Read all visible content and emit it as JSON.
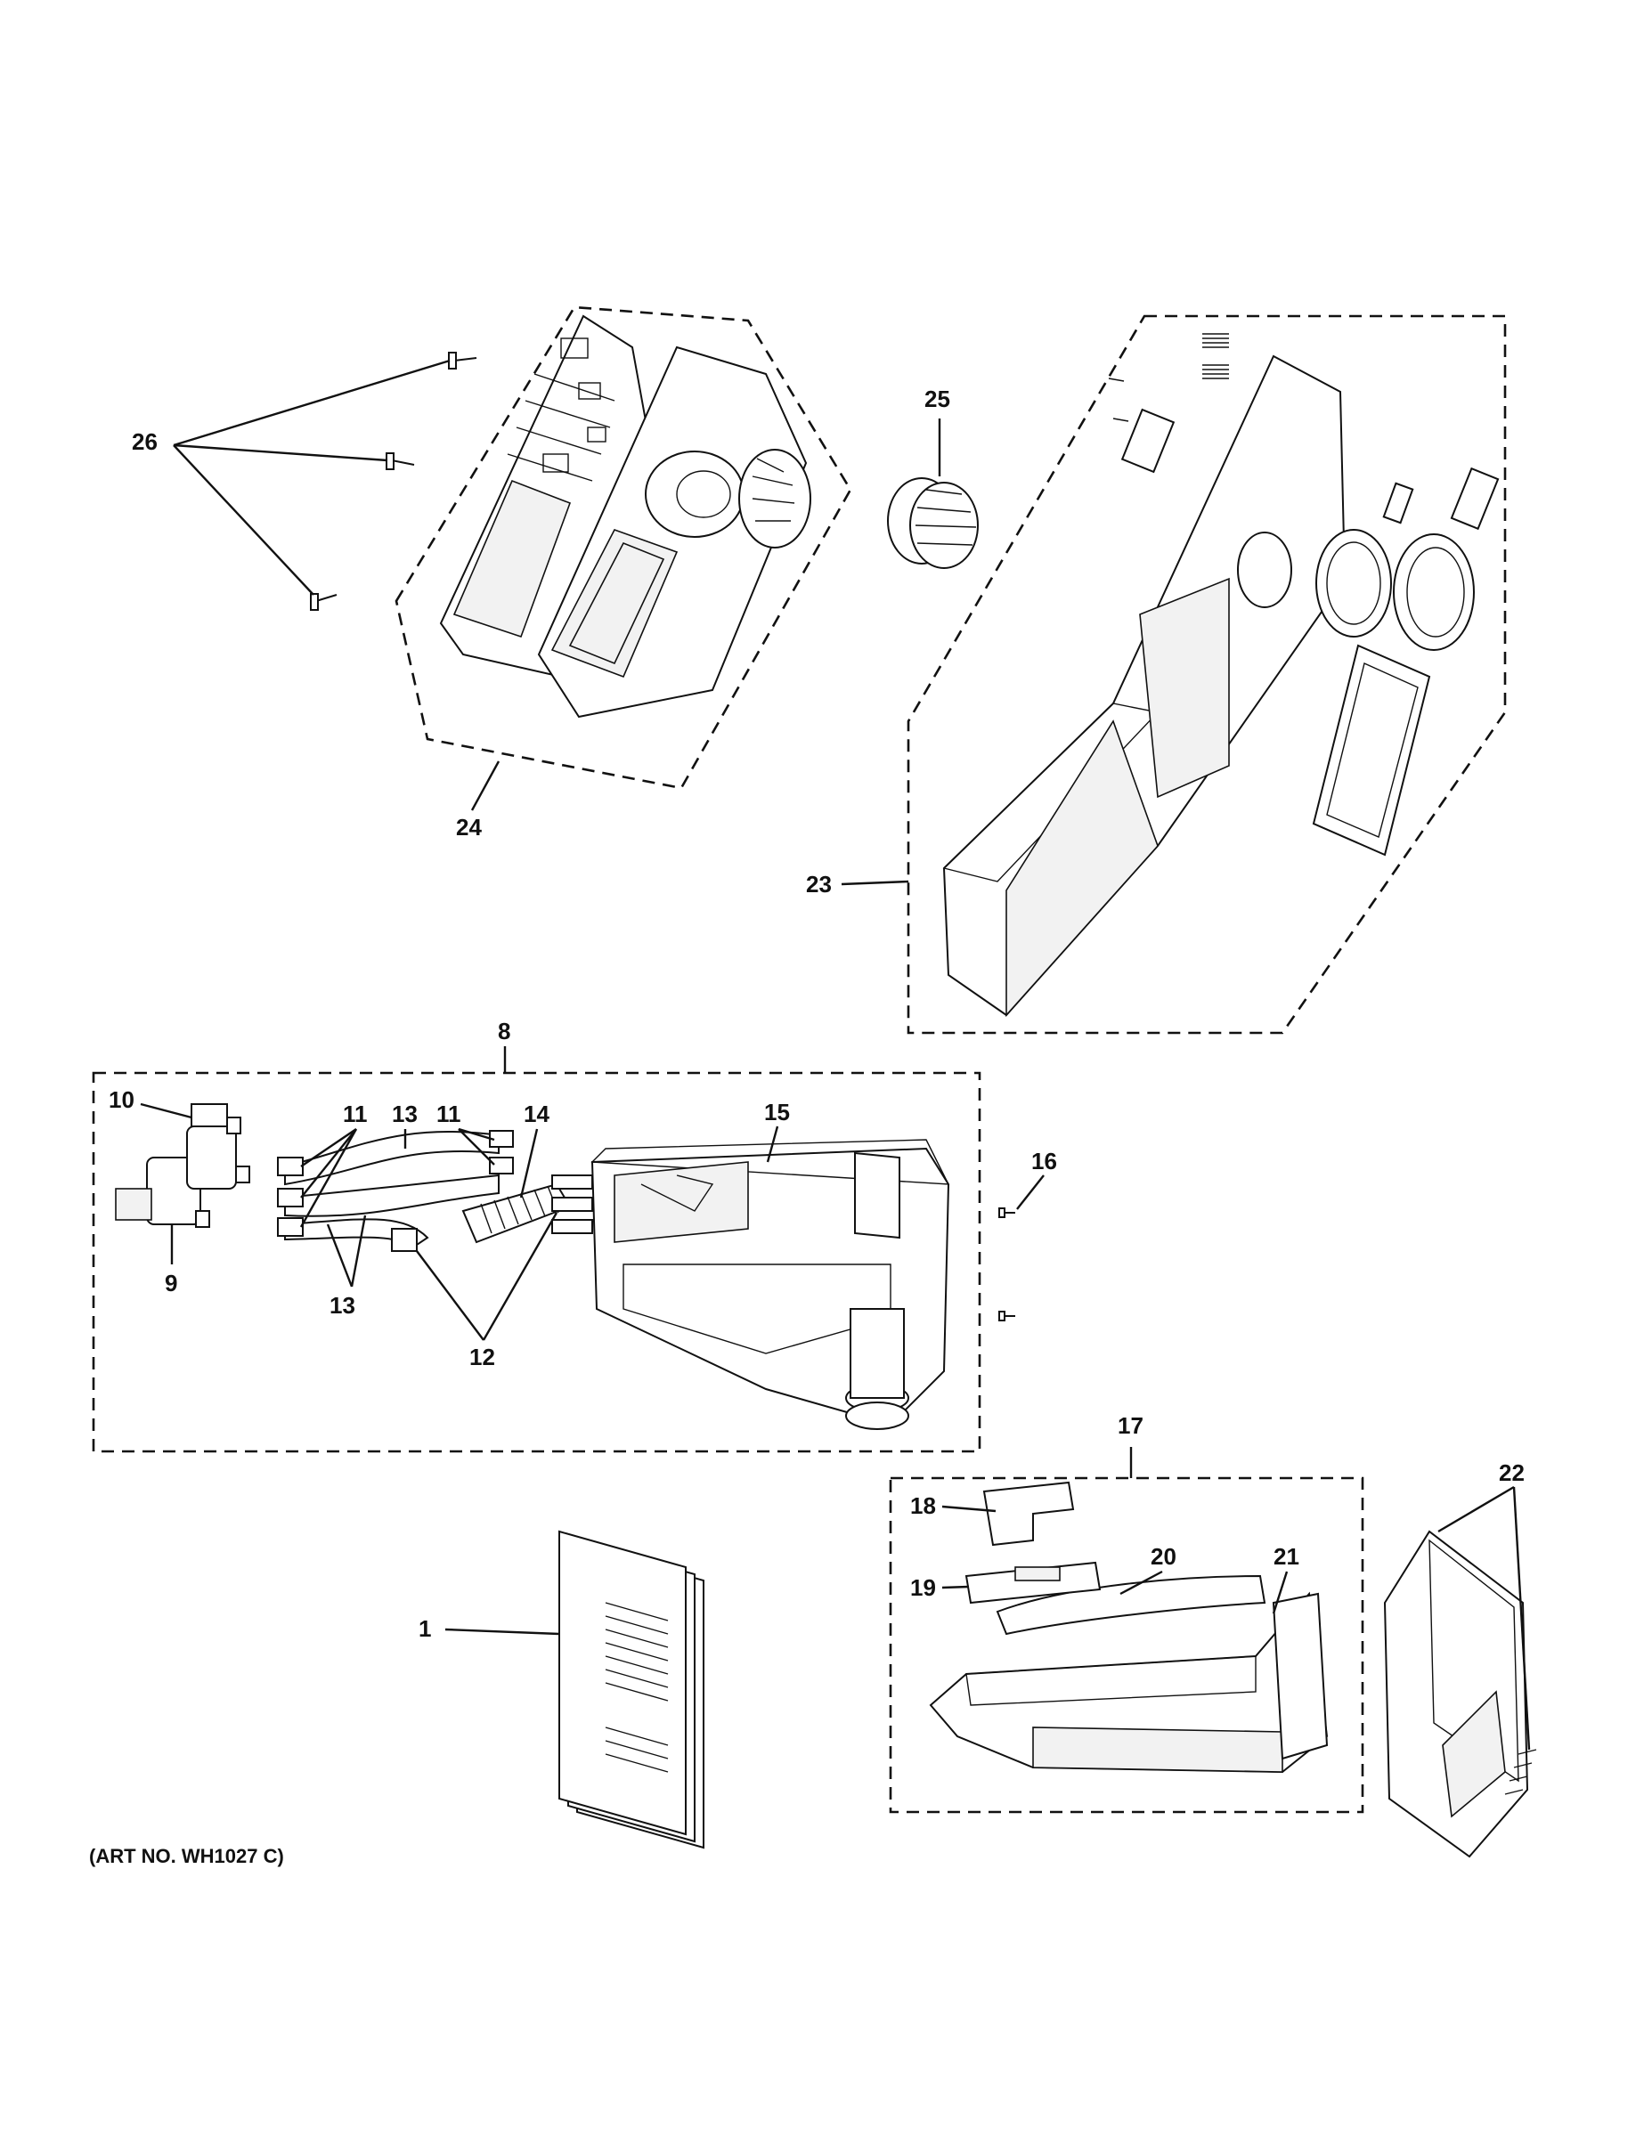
{
  "diagram": {
    "art_number": "(ART NO. WH1027 C)",
    "callouts": {
      "c1": "1",
      "c8": "8",
      "c9": "9",
      "c10": "10",
      "c11a": "11",
      "c11b": "11",
      "c12": "12",
      "c13a": "13",
      "c13b": "13",
      "c14": "14",
      "c15": "15",
      "c16": "16",
      "c17": "17",
      "c18": "18",
      "c19": "19",
      "c20": "20",
      "c21": "21",
      "c22": "22",
      "c23": "23",
      "c24": "24",
      "c25": "25",
      "c26": "26"
    }
  }
}
